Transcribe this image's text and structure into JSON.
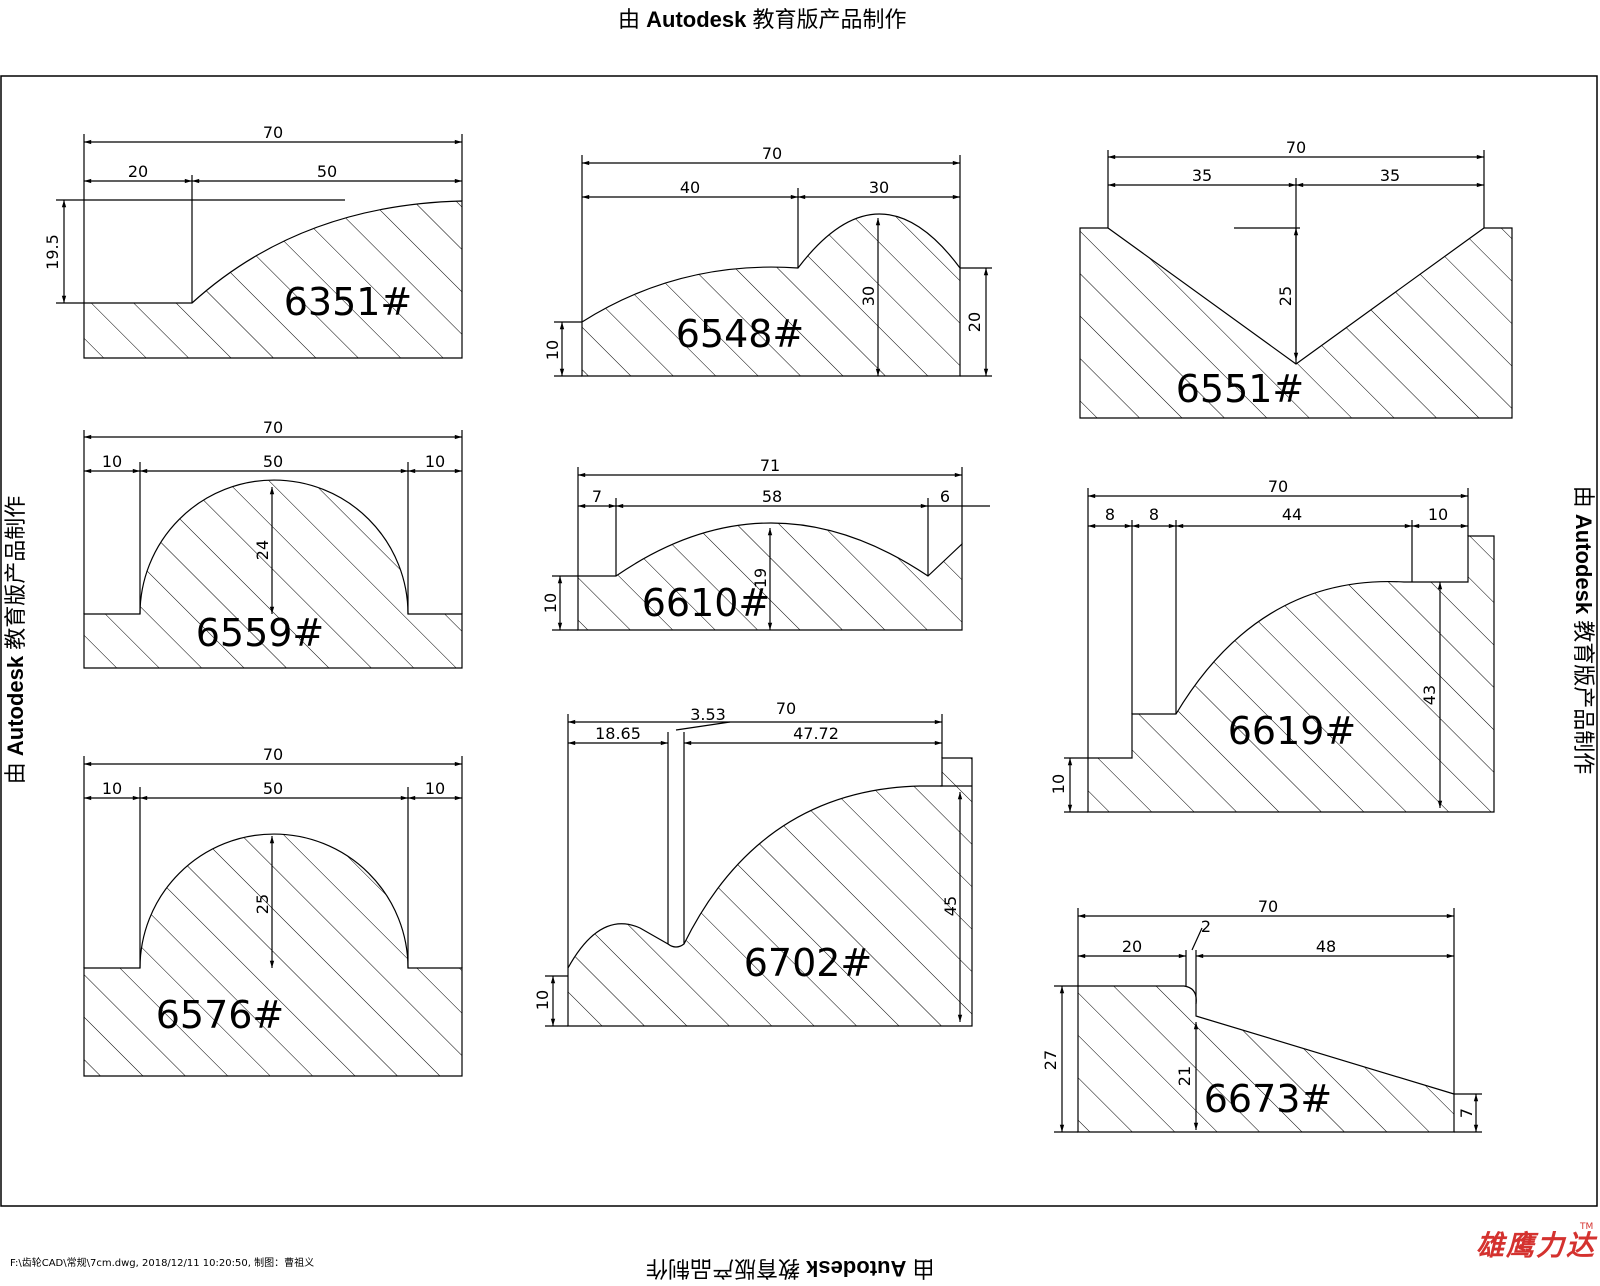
{
  "watermark": {
    "prefix": "由",
    "brand": "Autodesk",
    "suffix": "教育版产品制作"
  },
  "footer": {
    "path": "F:\\齿轮CAD\\常规\\7cm.dwg, 2018/12/11 10:20:50, 制图：曹祖义",
    "brand": "雄鹰力达",
    "tm": "TM"
  },
  "profiles": {
    "p6351": {
      "label": "6351#",
      "d_total": "70",
      "d_a": "20",
      "d_b": "50",
      "d_h": "19.5"
    },
    "p6559": {
      "label": "6559#",
      "d_total": "70",
      "d_l": "10",
      "d_mid": "50",
      "d_r": "10",
      "d_h": "24"
    },
    "p6576": {
      "label": "6576#",
      "d_total": "70",
      "d_l": "10",
      "d_mid": "50",
      "d_r": "10",
      "d_h": "25"
    },
    "p6548": {
      "label": "6548#",
      "d_total": "70",
      "d_a": "40",
      "d_b": "30",
      "d_base": "10",
      "d_peak": "30",
      "d_right": "20"
    },
    "p6610": {
      "label": "6610#",
      "d_total": "71",
      "d_l": "7",
      "d_mid": "58",
      "d_r": "6",
      "d_base": "10",
      "d_h": "19"
    },
    "p6702": {
      "label": "6702#",
      "d_total": "70",
      "d_a": "18.65",
      "d_slot": "3.53",
      "d_b": "47.72",
      "d_base": "10",
      "d_h": "45"
    },
    "p6551": {
      "label": "6551#",
      "d_total": "70",
      "d_l": "35",
      "d_r": "35",
      "d_depth": "25"
    },
    "p6619": {
      "label": "6619#",
      "d_total": "70",
      "d_a": "8",
      "d_b": "8",
      "d_c": "44",
      "d_d": "10",
      "d_base": "10",
      "d_h": "43"
    },
    "p6673": {
      "label": "6673#",
      "d_total": "70",
      "d_a": "20",
      "d_gap": "2",
      "d_b": "48",
      "d_h": "27",
      "d_mid": "21",
      "d_right": "7"
    }
  }
}
